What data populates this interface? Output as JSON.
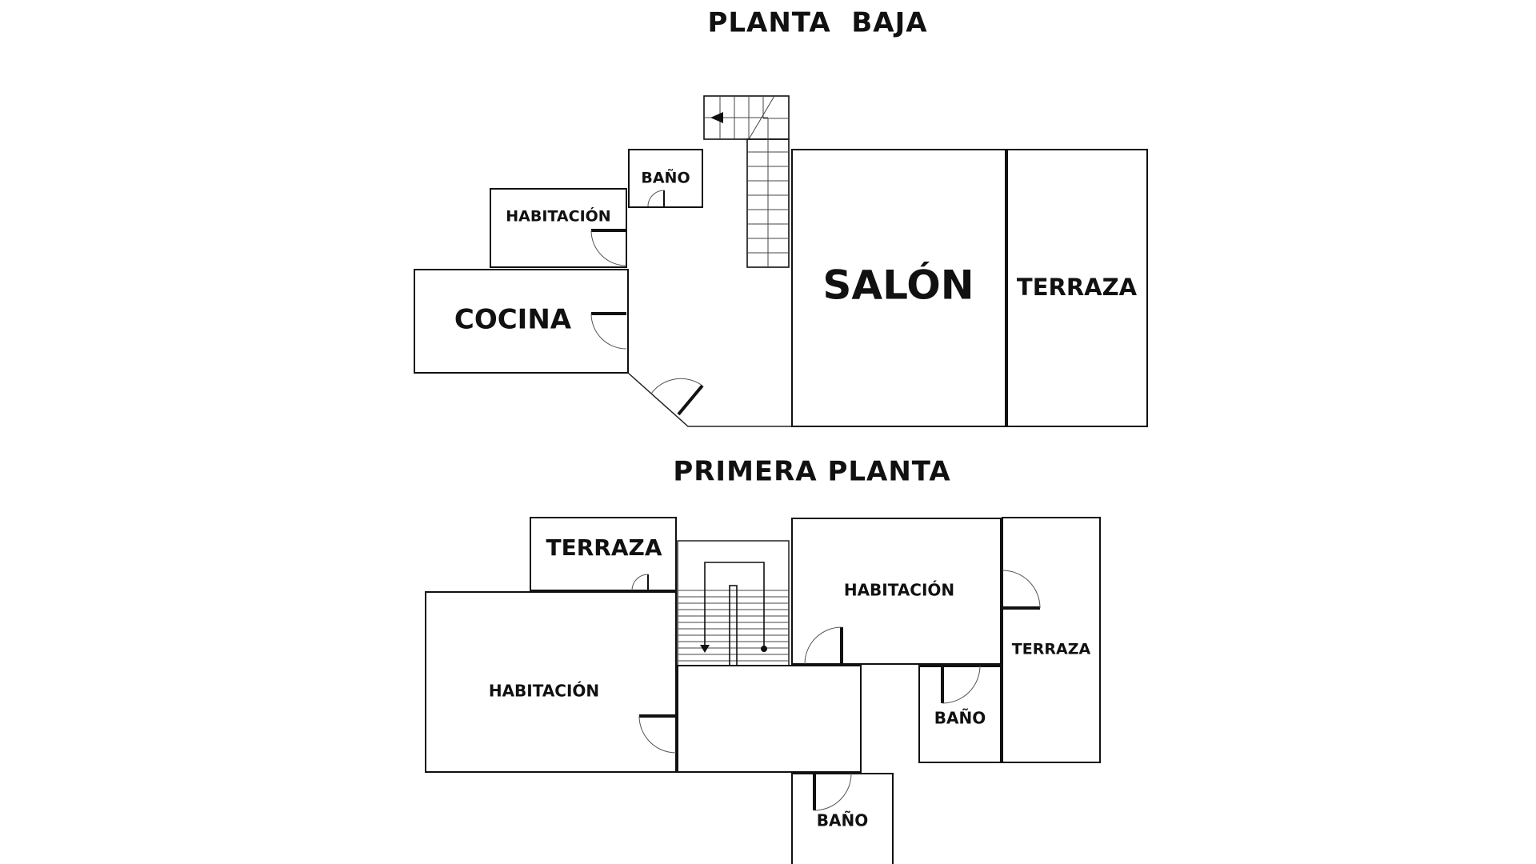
{
  "floors": {
    "ground": {
      "title": "PLANTA  BAJA",
      "rooms": {
        "bano": "BAÑO",
        "habitacion": "HABITACIÓN",
        "cocina": "COCINA",
        "salon": "SALÓN",
        "terraza": "TERRAZA"
      }
    },
    "first": {
      "title": "PRIMERA PLANTA",
      "rooms": {
        "terraza_left": "TERRAZA",
        "habitacion_left": "HABITACIÓN",
        "habitacion_right": "HABITACIÓN",
        "terraza_right": "TERRAZA",
        "bano_right": "BAÑO",
        "bano_bottom": "BAÑO"
      }
    }
  }
}
